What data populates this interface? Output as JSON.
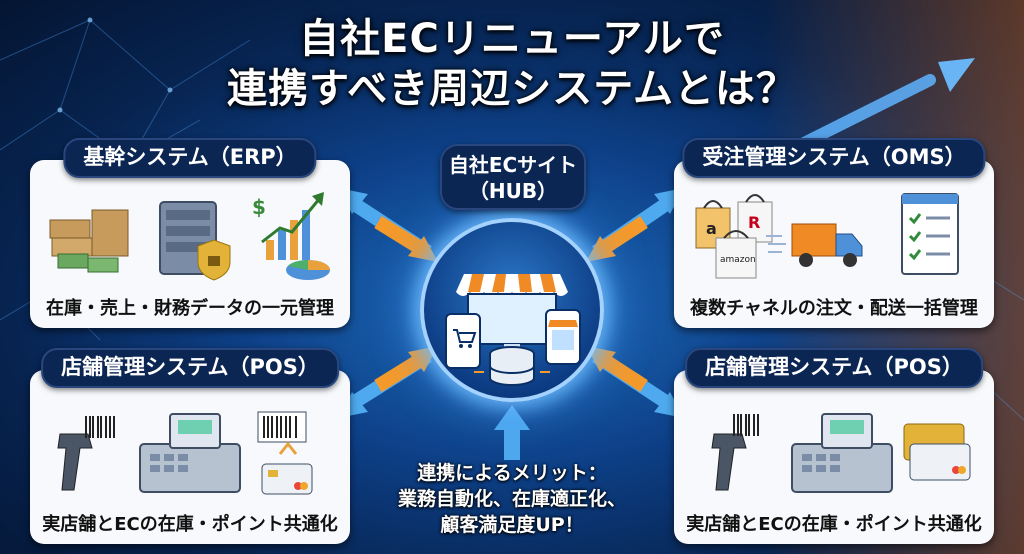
{
  "title": {
    "line1": "自社ECリニューアルで",
    "line2": "連携すべき周辺システムとは？"
  },
  "hub": {
    "line1": "自社ECサイト",
    "line2": "（HUB）"
  },
  "panels": [
    {
      "id": "erp",
      "title": "基幹システム（ERP）",
      "caption": "在庫・売上・財務データの一元管理",
      "icons": [
        "stacked-boxes-money-icon",
        "server-lock-icon",
        "growth-chart-icon",
        "pie-chart-icon"
      ]
    },
    {
      "id": "oms",
      "title": "受注管理システム（OMS）",
      "caption": "複数チャネルの注文・配送一括管理",
      "icons": [
        "shopping-bag-a-icon",
        "shopping-bag-r-icon",
        "shopping-bag-amazon-icon",
        "delivery-truck-icon",
        "checklist-icon"
      ],
      "bag_labels": [
        "a",
        "R",
        "amazon"
      ]
    },
    {
      "id": "pos-left",
      "title": "店舗管理システム（POS）",
      "caption": "実店舗とECの在庫・ポイント共通化",
      "icons": [
        "barcode-scanner-icon",
        "barcode-icon",
        "cash-register-icon",
        "barcode-tap-icon",
        "credit-card-icon"
      ]
    },
    {
      "id": "pos-right",
      "title": "店舗管理システム（POS）",
      "caption": "実店舗とECの在庫・ポイント共通化",
      "icons": [
        "barcode-scanner-icon",
        "barcode-icon",
        "cash-register-icon",
        "credit-card-icon"
      ]
    }
  ],
  "benefit": {
    "line1": "連携によるメリット：",
    "line2": "業務自動化、在庫適正化、",
    "line3": "顧客満足度UP！"
  },
  "colors": {
    "background": "#0d3f86",
    "panel_header": "#0c2653",
    "card": "#f7f9fc",
    "arrow_orange": "#f59a2b",
    "arrow_blue": "#4ea9ee",
    "hub_ring": "#a4d2ff"
  }
}
